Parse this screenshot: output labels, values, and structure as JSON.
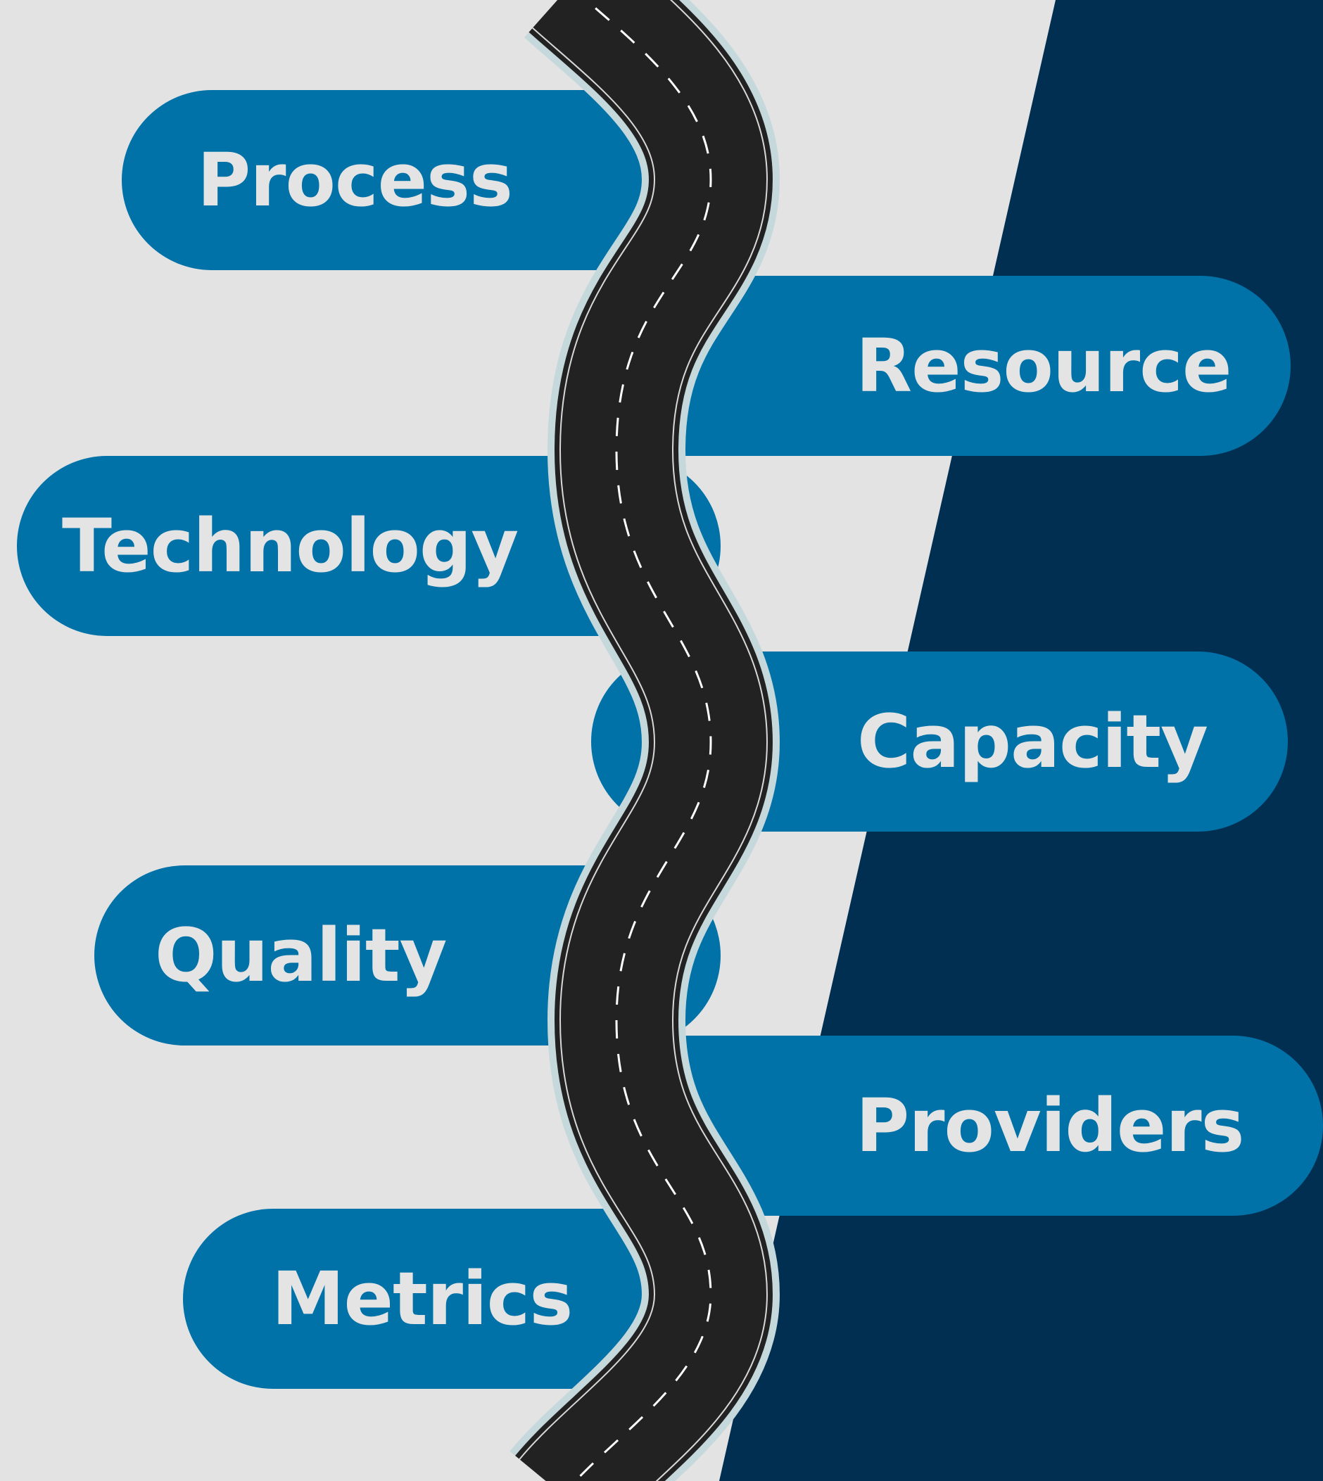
{
  "colors": {
    "background": "#e3e3e3",
    "navy_panel": "#002f52",
    "pill": "#0072a8",
    "pill_text": "#e4e4e4",
    "road": "#222222",
    "road_edge": "#c5d8dc",
    "road_line": "#ffffff"
  },
  "labels": {
    "process": "Process",
    "resource": "Resource",
    "technology": "Technology",
    "capacity": "Capacity",
    "quality": "Quality",
    "providers": "Providers",
    "metrics": "Metrics"
  }
}
